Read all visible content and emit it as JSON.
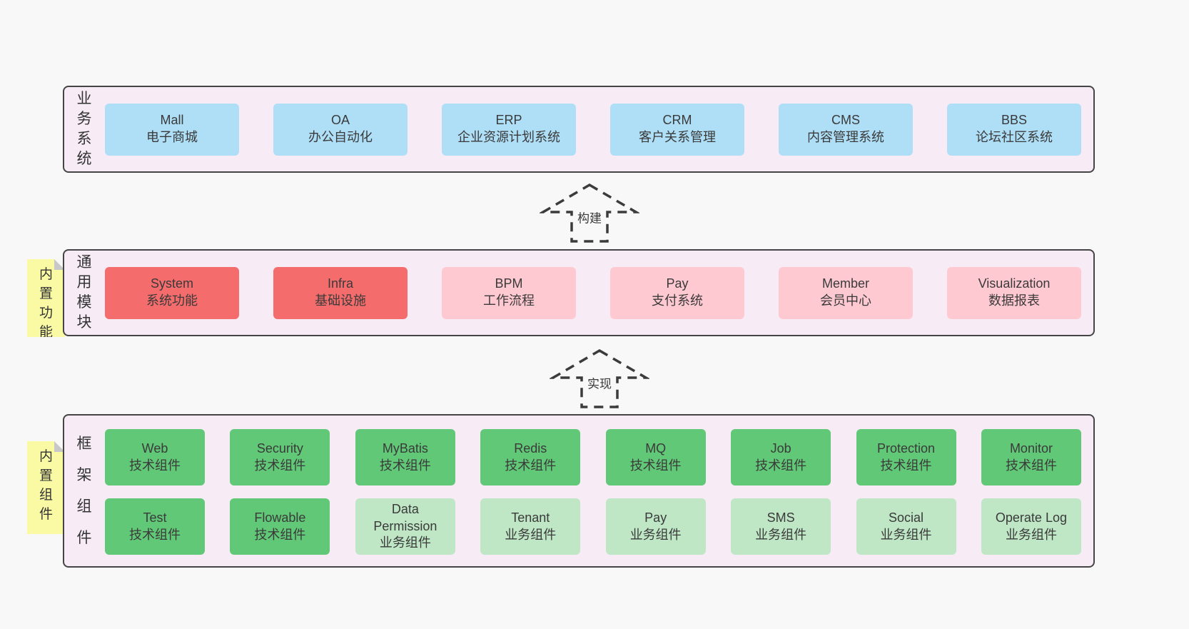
{
  "bands": [
    {
      "label": "业务系统",
      "boxes": [
        {
          "title": "Mall",
          "subtitle": "电子商城"
        },
        {
          "title": "OA",
          "subtitle": "办公自动化"
        },
        {
          "title": "ERP",
          "subtitle": "企业资源计划系统"
        },
        {
          "title": "CRM",
          "subtitle": "客户关系管理"
        },
        {
          "title": "CMS",
          "subtitle": "内容管理系统"
        },
        {
          "title": "BBS",
          "subtitle": "论坛社区系统"
        }
      ]
    },
    {
      "label": "通用模块",
      "sticky": "内置功能",
      "boxes": [
        {
          "title": "System",
          "subtitle": "系统功能",
          "variant": "red"
        },
        {
          "title": "Infra",
          "subtitle": "基础设施",
          "variant": "red"
        },
        {
          "title": "BPM",
          "subtitle": "工作流程",
          "variant": "pink"
        },
        {
          "title": "Pay",
          "subtitle": "支付系统",
          "variant": "pink"
        },
        {
          "title": "Member",
          "subtitle": "会员中心",
          "variant": "pink"
        },
        {
          "title": "Visualization",
          "subtitle": "数据报表",
          "variant": "pink"
        }
      ]
    },
    {
      "label": "框架组件",
      "sticky": "内置组件",
      "rows": [
        [
          {
            "title": "Web",
            "subtitle": "技术组件",
            "variant": "green-dark"
          },
          {
            "title": "Security",
            "subtitle": "技术组件",
            "variant": "green-dark"
          },
          {
            "title": "MyBatis",
            "subtitle": "技术组件",
            "variant": "green-dark"
          },
          {
            "title": "Redis",
            "subtitle": "技术组件",
            "variant": "green-dark"
          },
          {
            "title": "MQ",
            "subtitle": "技术组件",
            "variant": "green-dark"
          },
          {
            "title": "Job",
            "subtitle": "技术组件",
            "variant": "green-dark"
          },
          {
            "title": "Protection",
            "subtitle": "技术组件",
            "variant": "green-dark"
          },
          {
            "title": "Monitor",
            "subtitle": "技术组件",
            "variant": "green-dark"
          }
        ],
        [
          {
            "title": "Test",
            "subtitle": "技术组件",
            "variant": "green-dark"
          },
          {
            "title": "Flowable",
            "subtitle": "技术组件",
            "variant": "green-dark"
          },
          {
            "title": "Data Permission",
            "subtitle": "业务组件",
            "variant": "green-light"
          },
          {
            "title": "Tenant",
            "subtitle": "业务组件",
            "variant": "green-light"
          },
          {
            "title": "Pay",
            "subtitle": "业务组件",
            "variant": "green-light"
          },
          {
            "title": "SMS",
            "subtitle": "业务组件",
            "variant": "green-light"
          },
          {
            "title": "Social",
            "subtitle": "业务组件",
            "variant": "green-light"
          },
          {
            "title": "Operate Log",
            "subtitle": "业务组件",
            "variant": "green-light"
          }
        ]
      ]
    }
  ],
  "arrows": [
    {
      "label": "构建"
    },
    {
      "label": "实现"
    }
  ],
  "colors": {
    "page_bg": "#f8f8f8",
    "band_bg": "#f7ecf5",
    "band_border": "#454545",
    "blue_box": "#aedff7",
    "red_box": "#f56c6c",
    "pink_box": "#ffc9d2",
    "green_dark_box": "#61c877",
    "green_light_box": "#bfe7c6",
    "sticky_bg": "#fafaa5",
    "sticky_fold": "#c8c8c8",
    "text": "#3a3a3a"
  }
}
